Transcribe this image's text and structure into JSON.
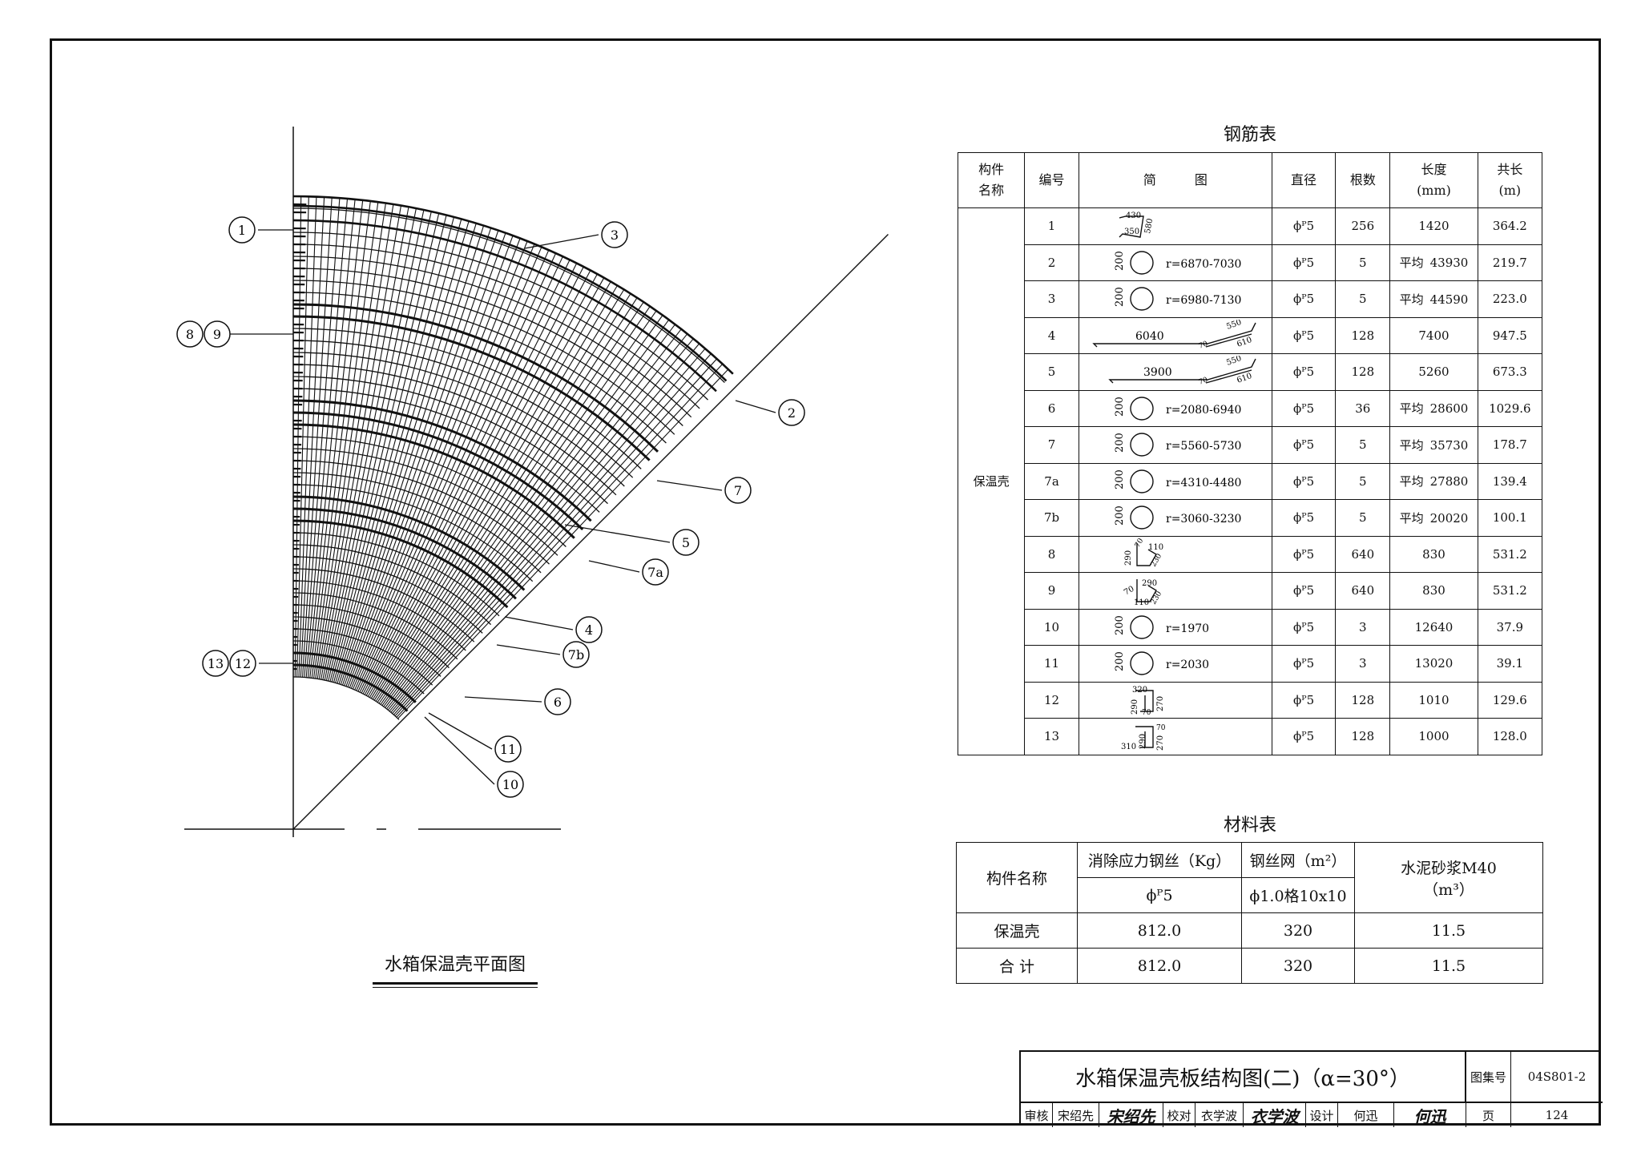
{
  "plan": {
    "title": "水箱保温壳平面图",
    "callouts": [
      "1",
      "3",
      "8",
      "9",
      "2",
      "7",
      "5",
      "7a",
      "4",
      "7b",
      "13",
      "12",
      "6",
      "11",
      "10"
    ]
  },
  "rebar_table": {
    "title": "钢筋表",
    "headers": {
      "component": "构件\n名称",
      "number": "编号",
      "sketch": "简　　　图",
      "diameter": "直径",
      "count": "根数",
      "length": "长度\n(mm)",
      "total": "共长\n(m)"
    },
    "component_name": "保温壳",
    "avg_label": "平均",
    "rows": [
      {
        "no": "1",
        "sketch": "",
        "dia": "ϕᴾ5",
        "count": "256",
        "avg": false,
        "length": "1420",
        "total": "364.2",
        "dims": [
          "430",
          "350",
          "580"
        ]
      },
      {
        "no": "2",
        "sketch": "r=6870-7030",
        "dia": "ϕᴾ5",
        "count": "5",
        "avg": true,
        "length": "43930",
        "total": "219.7",
        "dims": [
          "200"
        ]
      },
      {
        "no": "3",
        "sketch": "r=6980-7130",
        "dia": "ϕᴾ5",
        "count": "5",
        "avg": true,
        "length": "44590",
        "total": "223.0",
        "dims": [
          "200"
        ]
      },
      {
        "no": "4",
        "sketch": "6040",
        "dia": "ϕᴾ5",
        "count": "128",
        "avg": false,
        "length": "7400",
        "total": "947.5",
        "dims": [
          "550",
          "610",
          "70"
        ]
      },
      {
        "no": "5",
        "sketch": "3900",
        "dia": "ϕᴾ5",
        "count": "128",
        "avg": false,
        "length": "5260",
        "total": "673.3",
        "dims": [
          "550",
          "610",
          "70"
        ]
      },
      {
        "no": "6",
        "sketch": "r=2080-6940",
        "dia": "ϕᴾ5",
        "count": "36",
        "avg": true,
        "length": "28600",
        "total": "1029.6",
        "dims": [
          "200"
        ]
      },
      {
        "no": "7",
        "sketch": "r=5560-5730",
        "dia": "ϕᴾ5",
        "count": "5",
        "avg": true,
        "length": "35730",
        "total": "178.7",
        "dims": [
          "200"
        ]
      },
      {
        "no": "7a",
        "sketch": "r=4310-4480",
        "dia": "ϕᴾ5",
        "count": "5",
        "avg": true,
        "length": "27880",
        "total": "139.4",
        "dims": [
          "200"
        ]
      },
      {
        "no": "7b",
        "sketch": "r=3060-3230",
        "dia": "ϕᴾ5",
        "count": "5",
        "avg": true,
        "length": "20020",
        "total": "100.1",
        "dims": [
          "200"
        ]
      },
      {
        "no": "8",
        "sketch": "",
        "dia": "ϕᴾ5",
        "count": "640",
        "avg": false,
        "length": "830",
        "total": "531.2",
        "dims": [
          "290",
          "70",
          "110",
          "230"
        ]
      },
      {
        "no": "9",
        "sketch": "",
        "dia": "ϕᴾ5",
        "count": "640",
        "avg": false,
        "length": "830",
        "total": "531.2",
        "dims": [
          "70",
          "290",
          "110",
          "230"
        ]
      },
      {
        "no": "10",
        "sketch": "r=1970",
        "dia": "ϕᴾ5",
        "count": "3",
        "avg": false,
        "length": "12640",
        "total": "37.9",
        "dims": [
          "200"
        ]
      },
      {
        "no": "11",
        "sketch": "r=2030",
        "dia": "ϕᴾ5",
        "count": "3",
        "avg": false,
        "length": "13020",
        "total": "39.1",
        "dims": [
          "200"
        ]
      },
      {
        "no": "12",
        "sketch": "",
        "dia": "ϕᴾ5",
        "count": "128",
        "avg": false,
        "length": "1010",
        "total": "129.6",
        "dims": [
          "320",
          "290",
          "70",
          "270"
        ]
      },
      {
        "no": "13",
        "sketch": "",
        "dia": "ϕᴾ5",
        "count": "128",
        "avg": false,
        "length": "1000",
        "total": "128.0",
        "dims": [
          "310",
          "290",
          "70",
          "270"
        ]
      }
    ]
  },
  "material_table": {
    "title": "材料表",
    "h_component": "构件名称",
    "h_steel_wire": "消除应力钢丝（Kg）",
    "h_steel_wire_spec": "ϕᴾ5",
    "h_mesh": "钢丝网（m²）",
    "h_mesh_spec": "ϕ1.0格10x10",
    "h_mortar": "水泥砂浆M40",
    "h_mortar_unit": "（m³）",
    "rows": [
      {
        "name": "保温壳",
        "wire": "812.0",
        "mesh": "320",
        "mortar": "11.5"
      },
      {
        "name": "合 计",
        "wire": "812.0",
        "mesh": "320",
        "mortar": "11.5"
      }
    ]
  },
  "title_block": {
    "drawing_title": "水箱保温壳板结构图(二)（α=30°）",
    "atlas_label": "图集号",
    "atlas_no": "04S801-2",
    "review_label": "审核",
    "reviewer": "宋绍先",
    "reviewer_sig": "宋绍先",
    "check_label": "校对",
    "checker": "衣学波",
    "checker_sig": "衣学波",
    "design_label": "设计",
    "designer": "何迅",
    "designer_sig": "何迅",
    "page_label": "页",
    "page_no": "124"
  }
}
